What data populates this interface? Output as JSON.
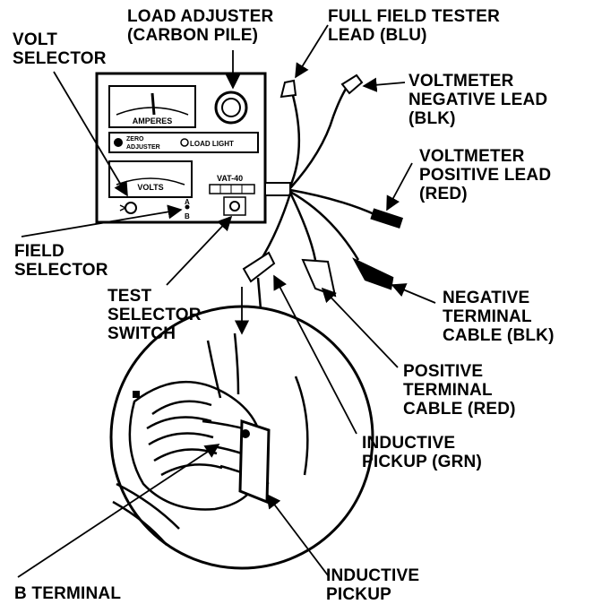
{
  "labels": {
    "load_adjuster": [
      "LOAD ADJUSTER",
      "(CARBON PILE)"
    ],
    "full_field_tester": [
      "FULL FIELD TESTER",
      "LEAD (BLU)"
    ],
    "volt_selector": [
      "VOLT",
      "SELECTOR"
    ],
    "voltmeter_negative": [
      "VOLTMETER",
      "NEGATIVE LEAD",
      "(BLK)"
    ],
    "voltmeter_positive": [
      "VOLTMETER",
      "POSITIVE LEAD",
      "(RED)"
    ],
    "field_selector": [
      "FIELD",
      "SELECTOR"
    ],
    "test_selector": [
      "TEST",
      "SELECTOR",
      "SWITCH"
    ],
    "negative_terminal": [
      "NEGATIVE",
      "TERMINAL",
      "CABLE (BLK)"
    ],
    "positive_terminal": [
      "POSITIVE",
      "TERMINAL",
      "CABLE (RED)"
    ],
    "inductive_pickup_grn": [
      "INDUCTIVE",
      "PICKUP (GRN)"
    ],
    "b_terminal": [
      "B TERMINAL"
    ],
    "inductive_pickup": [
      "INDUCTIVE",
      "PICKUP"
    ]
  },
  "tester_panel": {
    "amperes": "AMPERES",
    "zero_adjuster": [
      "ZERO",
      "ADJUSTER"
    ],
    "load_light": "LOAD LIGHT",
    "volts": "VOLTS",
    "model": "VAT-40",
    "selector_a": "A",
    "selector_b": "B"
  }
}
